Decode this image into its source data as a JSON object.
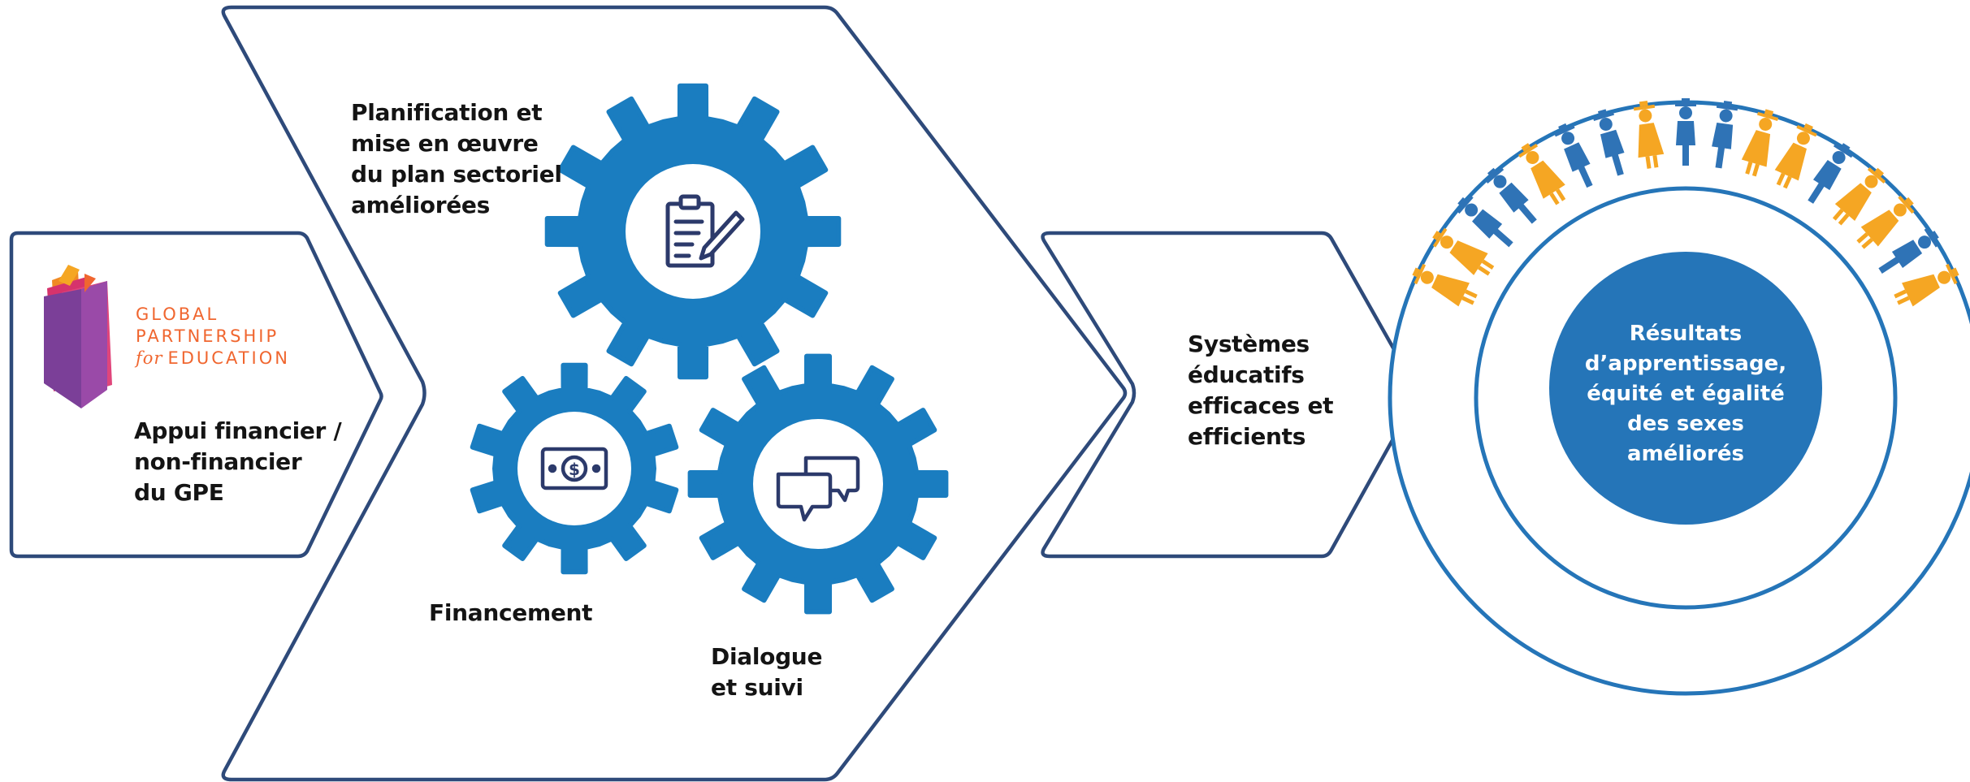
{
  "logo": {
    "line1": "GLOBAL",
    "line2": "PARTNERSHIP",
    "line3_for": "for",
    "line3_rest": "EDUCATION"
  },
  "stages": {
    "input": "Appui financier /\nnon-financier\ndu GPE",
    "outcome": "Systèmes\néducatifs\nefficaces et\nefficients",
    "impact": "Résultats\nd’apprentissage,\néquité et égalité\ndes sexes\naméliorés"
  },
  "gears": {
    "planning": "Planification et\nmise en œuvre\ndu plan sectoriel\naméliorées",
    "financing": "Financement",
    "dialogue": "Dialogue\net suivi"
  },
  "colors": {
    "outline": "#2e4a7a",
    "gear": "#1a7dc0",
    "icon": "#2c3a6b",
    "student_blue": "#2f73b6",
    "student_yellow": "#f5a623",
    "logo_orange": "#f0662f",
    "logo_purple": "#7b3f98",
    "logo_pink": "#d6336c"
  },
  "icons": {
    "planning": "clipboard-pencil-icon",
    "financing": "banknote-icon",
    "dialogue": "speech-bubbles-icon",
    "students": "graduate-student-icon"
  }
}
